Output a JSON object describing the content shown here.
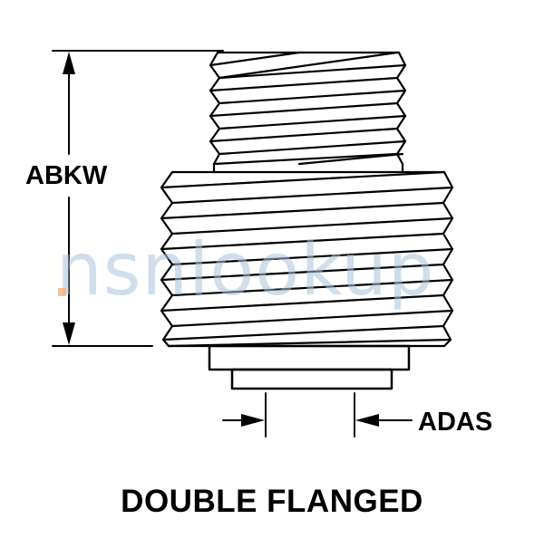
{
  "labels": {
    "height_dimension": "ABKW",
    "flange_dimension": "ADAS",
    "caption": "DOUBLE FLANGED"
  },
  "watermark": {
    "text": "nsnlookup",
    "color": "#aac2dc",
    "dot_color": "#f3b07a"
  },
  "colors": {
    "line": "#000000",
    "background": "#ffffff"
  }
}
